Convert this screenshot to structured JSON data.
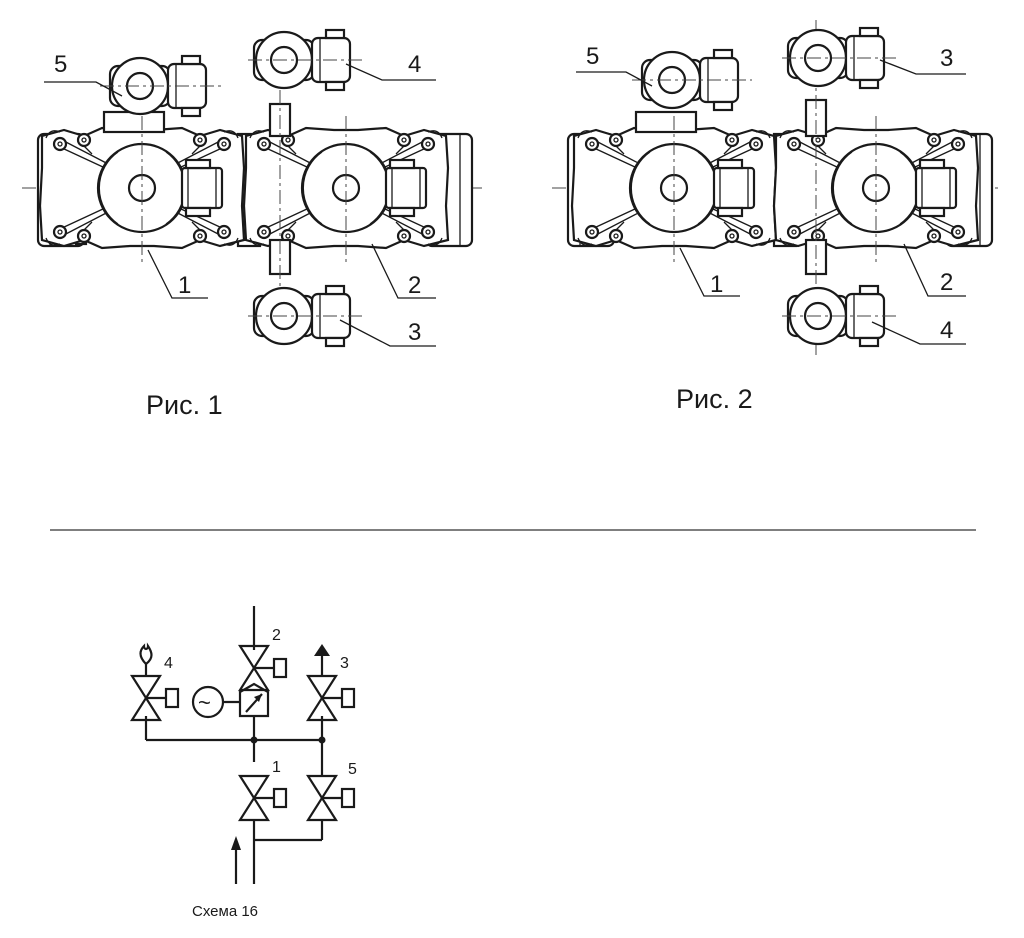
{
  "figures": [
    {
      "caption": "Рис. 1",
      "labels": {
        "main_left": "1",
        "main_right": "2",
        "bottom_valve": "3",
        "top_right_valve": "4",
        "top_left_valve": "5"
      }
    },
    {
      "caption": "Рис. 2",
      "labels": {
        "main_left": "1",
        "main_right": "2",
        "top_right_valve": "3",
        "bottom_valve": "4",
        "top_left_valve": "5"
      }
    }
  ],
  "scheme": {
    "caption": "Схема 16",
    "labels": {
      "v1": "1",
      "v2": "2",
      "v3": "3",
      "v4": "4",
      "v5": "5"
    },
    "gauge_symbol": "~"
  },
  "icons": [
    "flame-icon",
    "arrow-up-icon",
    "arrow-up-icon"
  ]
}
